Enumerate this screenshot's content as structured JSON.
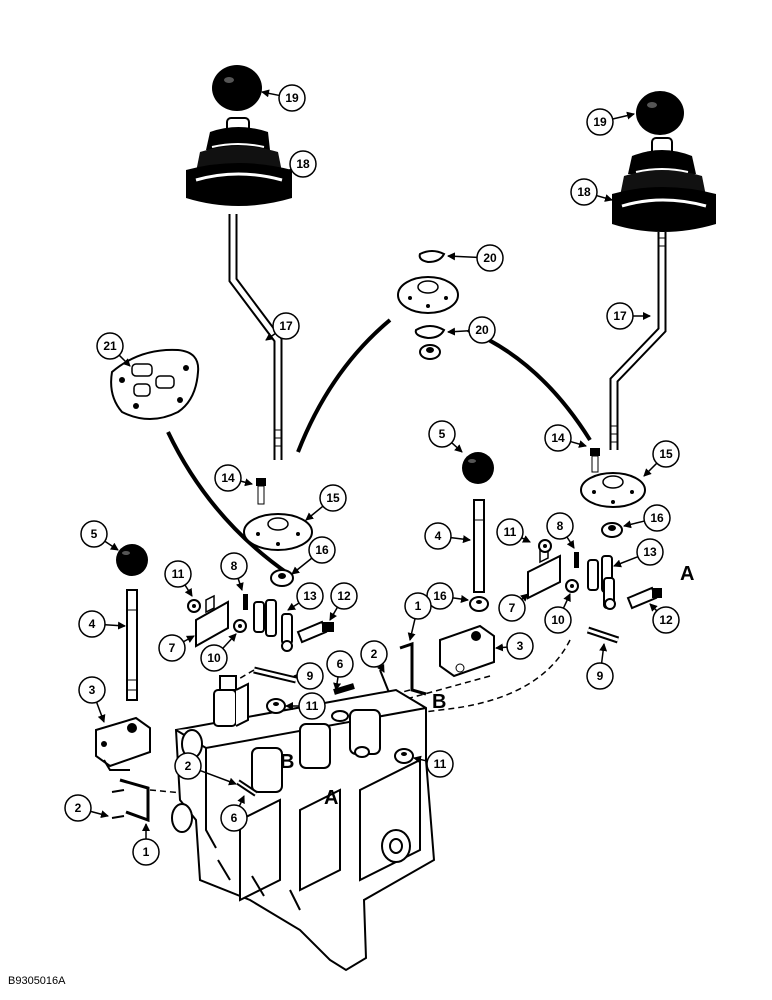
{
  "figure_code": "B9305016A",
  "reference_letters": [
    {
      "id": "ref-a-right",
      "text": "A"
    },
    {
      "id": "ref-b-middle",
      "text": "B"
    },
    {
      "id": "ref-b-valve",
      "text": "B"
    },
    {
      "id": "ref-a-valve",
      "text": "A"
    }
  ],
  "callouts": [
    {
      "id": "c19-left",
      "label": "19"
    },
    {
      "id": "c18-left",
      "label": "18"
    },
    {
      "id": "c17-left",
      "label": "17"
    },
    {
      "id": "c21",
      "label": "21"
    },
    {
      "id": "c14-left",
      "label": "14"
    },
    {
      "id": "c15-left",
      "label": "15"
    },
    {
      "id": "c16-left",
      "label": "16"
    },
    {
      "id": "c5-left",
      "label": "5"
    },
    {
      "id": "c11-left",
      "label": "11"
    },
    {
      "id": "c8-left",
      "label": "8"
    },
    {
      "id": "c13-left",
      "label": "13"
    },
    {
      "id": "c12-left",
      "label": "12"
    },
    {
      "id": "c4-left",
      "label": "4"
    },
    {
      "id": "c7-left",
      "label": "7"
    },
    {
      "id": "c10-left",
      "label": "10"
    },
    {
      "id": "c9-left",
      "label": "9"
    },
    {
      "id": "c6-middle",
      "label": "6"
    },
    {
      "id": "c2-middle",
      "label": "2"
    },
    {
      "id": "c11-middle",
      "label": "11"
    },
    {
      "id": "c3-left",
      "label": "3"
    },
    {
      "id": "c2-valve",
      "label": "2"
    },
    {
      "id": "c2-left",
      "label": "2"
    },
    {
      "id": "c6-valve",
      "label": "6"
    },
    {
      "id": "c1-left",
      "label": "1"
    },
    {
      "id": "c11-valve",
      "label": "11"
    },
    {
      "id": "c20-top",
      "label": "20"
    },
    {
      "id": "c20-bottom",
      "label": "20"
    },
    {
      "id": "c19-right",
      "label": "19"
    },
    {
      "id": "c18-right",
      "label": "18"
    },
    {
      "id": "c17-right",
      "label": "17"
    },
    {
      "id": "c5-middle",
      "label": "5"
    },
    {
      "id": "c4-middle",
      "label": "4"
    },
    {
      "id": "c16-middle",
      "label": "16"
    },
    {
      "id": "c1-middle",
      "label": "1"
    },
    {
      "id": "c3-middle",
      "label": "3"
    },
    {
      "id": "c14-right",
      "label": "14"
    },
    {
      "id": "c15-right",
      "label": "15"
    },
    {
      "id": "c11-right",
      "label": "11"
    },
    {
      "id": "c8-right",
      "label": "8"
    },
    {
      "id": "c16-right",
      "label": "16"
    },
    {
      "id": "c13-right",
      "label": "13"
    },
    {
      "id": "c7-right",
      "label": "7"
    },
    {
      "id": "c10-right",
      "label": "10"
    },
    {
      "id": "c12-right",
      "label": "12"
    },
    {
      "id": "c9-right",
      "label": "9"
    }
  ]
}
